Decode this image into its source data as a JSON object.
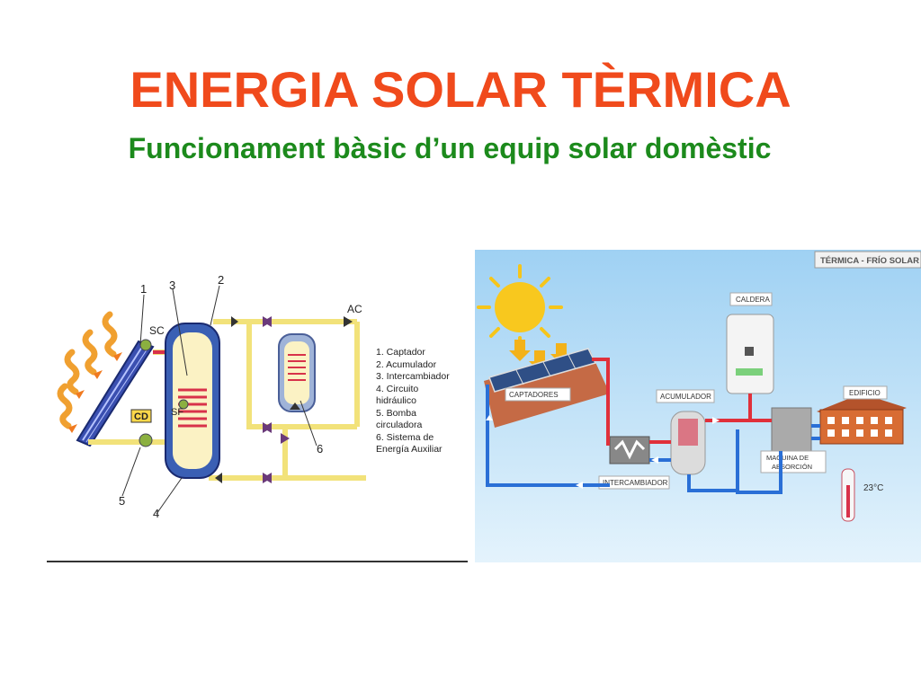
{
  "title": "ENERGIA SOLAR TÈRMICA",
  "subtitle": "Funcionament bàsic d’un equip solar domèstic",
  "left_diagram": {
    "markers": [
      "1",
      "2",
      "3",
      "4",
      "5",
      "6"
    ],
    "tags": {
      "sc": "SC",
      "sf": "SF",
      "cd": "CD",
      "ac": "AC"
    },
    "legend": [
      "1.  Captador",
      "2.  Acumulador",
      "3.  Intercambiador",
      "4.  Circuito",
      "     hidráulico",
      "5.  Bomba",
      "     circuladora",
      "6.  Sistema de",
      "     Energía Auxiliar"
    ]
  },
  "right_diagram": {
    "header": "TÉRMICA - FRÍO SOLAR",
    "labels": {
      "captadores": "CAPTADORES",
      "caldera": "CALDERA",
      "acumulador": "ACUMULADOR",
      "edificio": "EDIFICIO",
      "intercambiador": "INTERCAMBIADOR",
      "maquina_1": "MAQUINA DE",
      "maquina_2": "ABSORCIÓN",
      "temperature": "23°C"
    }
  },
  "colors": {
    "title": "#f04a1c",
    "subtitle": "#1c8a1c",
    "hot_pipe": "#e0303a",
    "cold_pipe": "#2a6fd6",
    "yellow_pipe": "#f2e27a"
  }
}
